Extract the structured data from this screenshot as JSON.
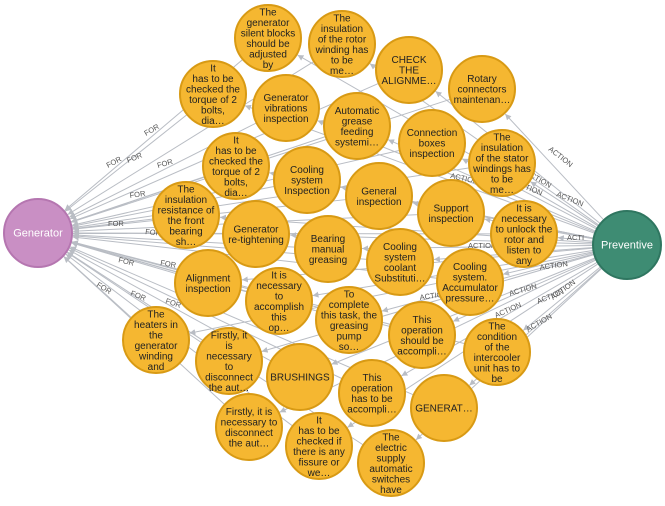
{
  "hubs": [
    {
      "id": "generator",
      "lines": [
        "Generator"
      ]
    },
    {
      "id": "preventive",
      "lines": [
        "Preventive"
      ]
    }
  ],
  "edge_labels": {
    "for": "FOR",
    "action": "ACTION",
    "action_short": "ACTI"
  },
  "nodes": [
    {
      "id": "n1",
      "lines": [
        "The",
        "generator",
        "silent blocks",
        "should be",
        "adjusted",
        "by"
      ]
    },
    {
      "id": "n2",
      "lines": [
        "The",
        "insulation",
        "of the rotor",
        "winding has",
        "to be",
        "me…"
      ]
    },
    {
      "id": "n3",
      "lines": [
        "CHECK",
        "THE",
        "ALIGNME…"
      ]
    },
    {
      "id": "n4",
      "lines": [
        "Rotary",
        "connectors",
        "maintenan…"
      ]
    },
    {
      "id": "n5",
      "lines": [
        "It",
        "has to be",
        "checked the",
        "torque of 2",
        "bolts,",
        "dia…"
      ]
    },
    {
      "id": "n6",
      "lines": [
        "Generator",
        "vibrations",
        "inspection"
      ]
    },
    {
      "id": "n7",
      "lines": [
        "Automatic",
        "grease",
        "feeding",
        "systemi…"
      ]
    },
    {
      "id": "n8",
      "lines": [
        "Connection",
        "boxes",
        "inspection"
      ]
    },
    {
      "id": "n9",
      "lines": [
        "The",
        "insulation",
        "of the stator",
        "windings has",
        "to be",
        "me…"
      ]
    },
    {
      "id": "n10",
      "lines": [
        "It",
        "has to be",
        "checked the",
        "torque of 2",
        "bolts,",
        "dia…"
      ]
    },
    {
      "id": "n11",
      "lines": [
        "Cooling",
        "system",
        "Inspection"
      ]
    },
    {
      "id": "n12",
      "lines": [
        "General",
        "inspection"
      ]
    },
    {
      "id": "n13",
      "lines": [
        "The",
        "insulation",
        "resistance of",
        "the front",
        "bearing",
        "sh…"
      ]
    },
    {
      "id": "n14",
      "lines": [
        "Support",
        "inspection"
      ]
    },
    {
      "id": "n15",
      "lines": [
        "It is",
        "necessary",
        "to unlock the",
        "rotor and",
        "listen to",
        "any"
      ]
    },
    {
      "id": "n16",
      "lines": [
        "Generator",
        "re-tightening"
      ]
    },
    {
      "id": "n17",
      "lines": [
        "Bearing",
        "manual",
        "greasing"
      ]
    },
    {
      "id": "n18",
      "lines": [
        "Cooling",
        "system",
        "coolant",
        "Substituti…"
      ]
    },
    {
      "id": "n19",
      "lines": [
        "Cooling",
        "system.",
        "Accumulator",
        "pressure…"
      ]
    },
    {
      "id": "n20",
      "lines": [
        "Alignment",
        "inspection"
      ]
    },
    {
      "id": "n21",
      "lines": [
        "It is",
        "necessary",
        "to",
        "accomplish",
        "this",
        "op…"
      ]
    },
    {
      "id": "n22",
      "lines": [
        "To",
        "complete",
        "this task, the",
        "greasing",
        "pump",
        "so…"
      ]
    },
    {
      "id": "n23",
      "lines": [
        "This",
        "operation",
        "should be",
        "accompli…"
      ]
    },
    {
      "id": "n24",
      "lines": [
        "The",
        "condition",
        "of the",
        "intercooler",
        "unit has to",
        "be"
      ]
    },
    {
      "id": "n25",
      "lines": [
        "The",
        "heaters in",
        "the",
        "generator",
        "winding",
        "and"
      ]
    },
    {
      "id": "n26",
      "lines": [
        "Firstly, it",
        "is",
        "necessary",
        "to",
        "disconnect",
        "the aut…"
      ]
    },
    {
      "id": "n27",
      "lines": [
        "BRUSHINGS"
      ]
    },
    {
      "id": "n28",
      "lines": [
        "This",
        "operation",
        "has to be",
        "accompli…"
      ]
    },
    {
      "id": "n29",
      "lines": [
        "GENERAT…"
      ]
    },
    {
      "id": "n30",
      "lines": [
        "Firstly, it is",
        "necessary to",
        "disconnect",
        "the aut…"
      ]
    },
    {
      "id": "n31",
      "lines": [
        "It",
        "has to be",
        "checked if",
        "there is any",
        "fissure or",
        "we…"
      ]
    },
    {
      "id": "n32",
      "lines": [
        "The",
        "electric",
        "supply",
        "automatic",
        "switches",
        "have"
      ]
    }
  ]
}
